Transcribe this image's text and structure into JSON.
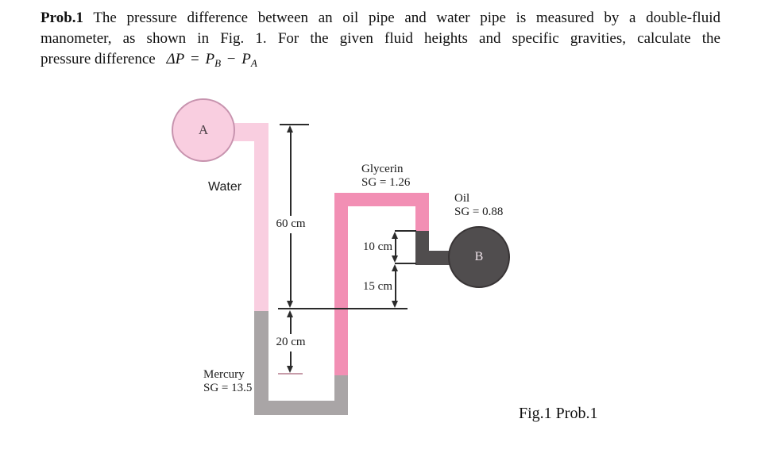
{
  "problem": {
    "bold_label": "Prob.1",
    "line1_rest": "The pressure difference between an oil pipe and water pipe is measured by a double-fluid",
    "line2": "manometer, as shown in Fig. 1. For the given fluid heights and specific gravities, calculate the",
    "line3_prefix": "pressure difference",
    "formula": {
      "delta_p": "ΔP",
      "equals": "=",
      "p_b_base": "P",
      "p_b_sub": "B",
      "minus": "−",
      "p_a_base": "P",
      "p_a_sub": "A"
    }
  },
  "figure": {
    "pipe_a_label": "A",
    "pipe_b_label": "B",
    "water_label": "Water",
    "glycerin_name": "Glycerin",
    "glycerin_sg": "SG = 1.26",
    "oil_name": "Oil",
    "oil_sg": "SG = 0.88",
    "mercury_name": "Mercury",
    "mercury_sg": "SG = 13.5",
    "dim_60": "60 cm",
    "dim_10": "10 cm",
    "dim_15": "15 cm",
    "dim_20": "20 cm",
    "caption": "Fig.1 Prob.1",
    "colors": {
      "water_pink": "#F9CEE0",
      "glycerin_pink": "#F28FB4",
      "oil_dark_gray": "#504D4E",
      "mercury_gray": "#A9A5A6",
      "linework": "#2b2b2b"
    }
  }
}
